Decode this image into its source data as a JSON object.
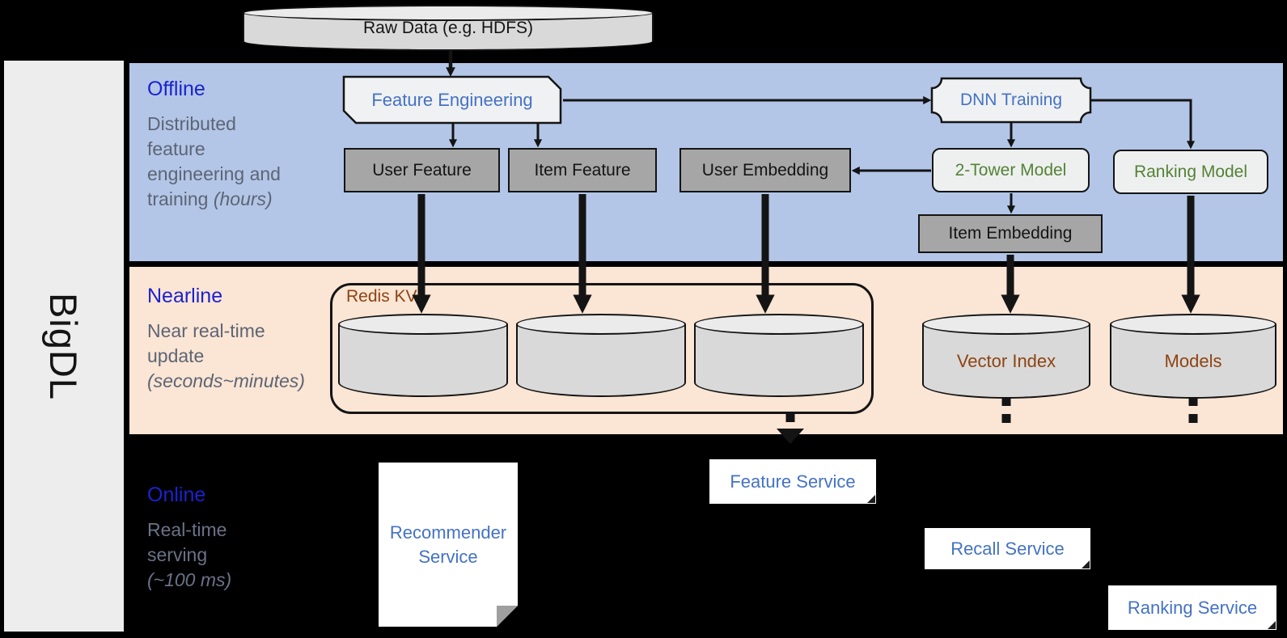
{
  "sidebar": {
    "logo": "BigDL"
  },
  "raw_data_label": "Raw Data (e.g. HDFS)",
  "bands": {
    "offline": {
      "title": "Offline",
      "desc": "Distributed\nfeature\nengineering and\ntraining ",
      "desc_italic": "(hours)"
    },
    "nearline": {
      "title": "Nearline",
      "desc": "Near real-time\nupdate\n",
      "desc_italic": "(seconds~minutes)"
    },
    "online": {
      "title": "Online",
      "desc": "Real-time\nserving\n",
      "desc_italic": "(~100 ms)"
    }
  },
  "nodes": {
    "feature_engineering": "Feature Engineering",
    "dnn_training": "DNN Training",
    "user_feature": "User Feature",
    "item_feature": "Item Feature",
    "user_embedding": "User Embedding",
    "two_tower_model": "2-Tower Model",
    "ranking_model": "Ranking Model",
    "item_embedding": "Item Embedding",
    "redis_kv": "Redis KV",
    "vector_index": "Vector Index",
    "models": "Models"
  },
  "services": {
    "recommender": "Recommender Service",
    "feature": "Feature Service",
    "recall": "Recall Service",
    "ranking": "Ranking Service"
  },
  "colors": {
    "band_offline_bg": "#b3c6e7",
    "band_nearline_bg": "#fbe5d4",
    "online_bg": "#000000",
    "band_title_blue": "#1b23cf",
    "desc_gray": "#5d6575",
    "node_blue_text": "#4472c4",
    "node_green_text": "#548235",
    "store_brown_text": "#8f4312",
    "dark_box_bg": "#a6a6a6",
    "light_box_bg": "#f0f1f3",
    "cylinder_bg": "#d9d9d9",
    "sidebar_bg": "#ededed",
    "service_bg": "#ffffff",
    "connector": "#141414"
  }
}
